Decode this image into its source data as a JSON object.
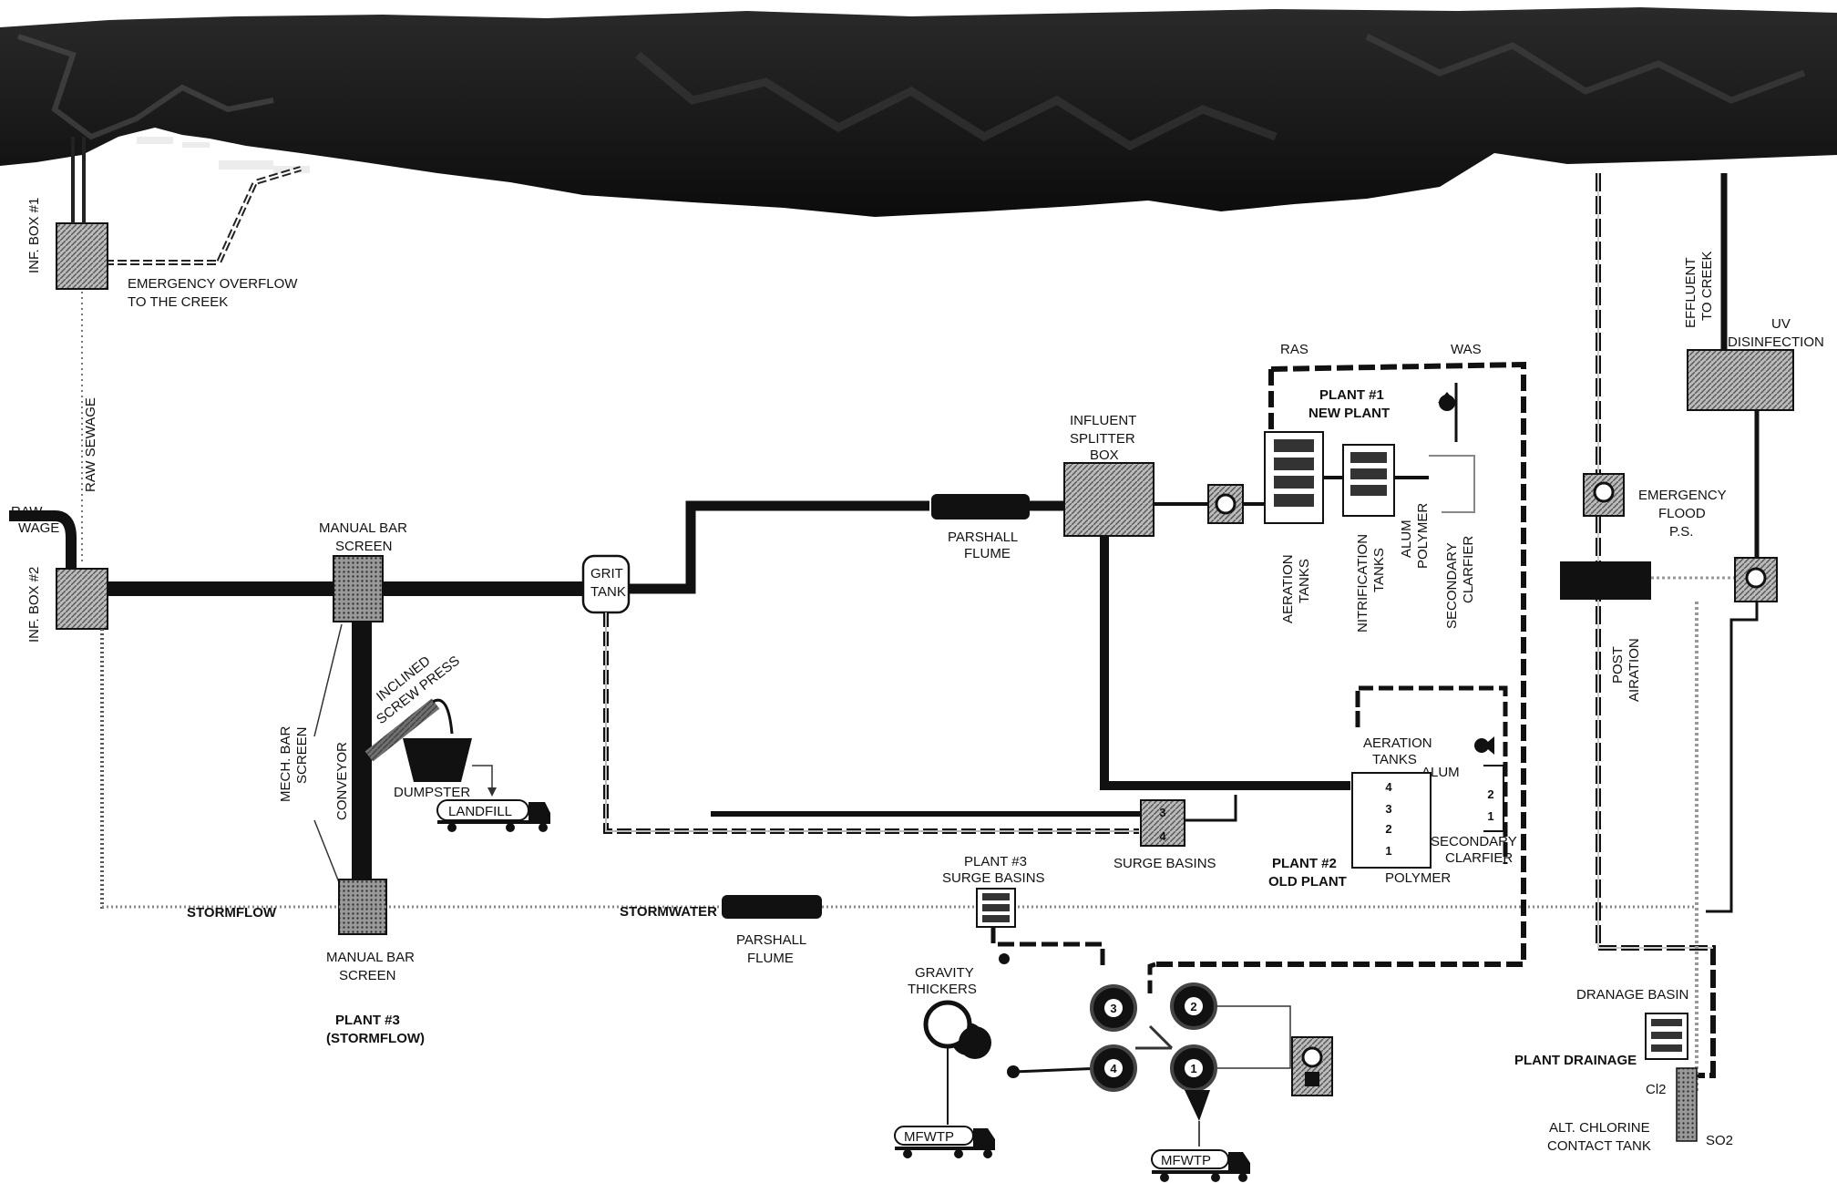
{
  "labels": {
    "inf_box_1": "INF. BOX #1",
    "emergency_overflow": [
      "EMERGENCY OVERFLOW",
      "TO THE CREEK"
    ],
    "raw_sewage_vertical": "RAW SEWAGE",
    "raw_left": [
      "RAW",
      "WAGE"
    ],
    "inf_box_2": "INF. BOX #2",
    "manual_bar_screen_top": [
      "MANUAL BAR",
      "SCREEN"
    ],
    "grit_tank": [
      "GRIT",
      "TANK"
    ],
    "parshall_flume_top": [
      "PARSHALL",
      "FLUME"
    ],
    "influent_splitter": [
      "INFLUENT",
      "SPLITTER",
      "BOX"
    ],
    "ras": "RAS",
    "was": "WAS",
    "plant1": [
      "PLANT #1",
      "NEW PLANT"
    ],
    "aeration_tanks_1": [
      "AERATION",
      "TANKS"
    ],
    "nitrification_tanks": [
      "NITRIFICATION",
      "TANKS"
    ],
    "alum_polymer": [
      "ALUM",
      "POLYMER"
    ],
    "secondary_clarifier_1": [
      "SECONDARY",
      "CLARFIER"
    ],
    "effluent_to_creek": [
      "EFFLUENT",
      "TO CREEK"
    ],
    "uv_disinfection": [
      "UV",
      "DISINFECTION"
    ],
    "emergency_flood_ps": [
      "EMERGENCY",
      "FLOOD",
      "P.S."
    ],
    "post_aeration": [
      "POST",
      "AIRATION"
    ],
    "mech_bar_screen": [
      "MECH. BAR",
      "SCREEN"
    ],
    "conveyor": "CONVEYOR",
    "inclined_screw_press": [
      "INCLINED",
      "SCREW PRESS"
    ],
    "dumpster": "DUMPSTER",
    "landfill": "LANDFILL",
    "aeration_tanks_2": [
      "AERATION",
      "TANKS"
    ],
    "alum_2": "ALUM",
    "surge_basins": "SURGE BASINS",
    "plant2": [
      "PLANT #2",
      "OLD PLANT"
    ],
    "polymer_2": "POLYMER",
    "secondary_clarifier_2": [
      "SECONDARY",
      "CLARFIER"
    ],
    "stormflow": "STORMFLOW",
    "stormwater": "STORMWATER",
    "parshall_flume_bottom": [
      "PARSHALL",
      "FLUME"
    ],
    "manual_bar_screen_bottom": [
      "MANUAL BAR",
      "SCREEN"
    ],
    "plant3_stormflow": [
      "PLANT #3",
      "(STORMFLOW)"
    ],
    "plant3_surge": [
      "PLANT #3",
      "SURGE BASINS"
    ],
    "gravity_thickers": [
      "GRAVITY",
      "THICKERS"
    ],
    "mfwtp_1": "MFWTP",
    "mfwtp_2": "MFWTP",
    "drainage_basin": "DRANAGE BASIN",
    "plant_drainage": "PLANT DRAINAGE",
    "cl2": "Cl2",
    "alt_chlorine": [
      "ALT. CHLORINE",
      "CONTACT TANK"
    ],
    "so2": "SO2"
  },
  "tank_numbers": {
    "aeration_old": [
      "4",
      "3",
      "2",
      "1"
    ],
    "clarifier_old": [
      "2",
      "1"
    ],
    "surge": [
      "3",
      "4"
    ],
    "digesters": [
      "3",
      "2",
      "4",
      "1"
    ]
  }
}
